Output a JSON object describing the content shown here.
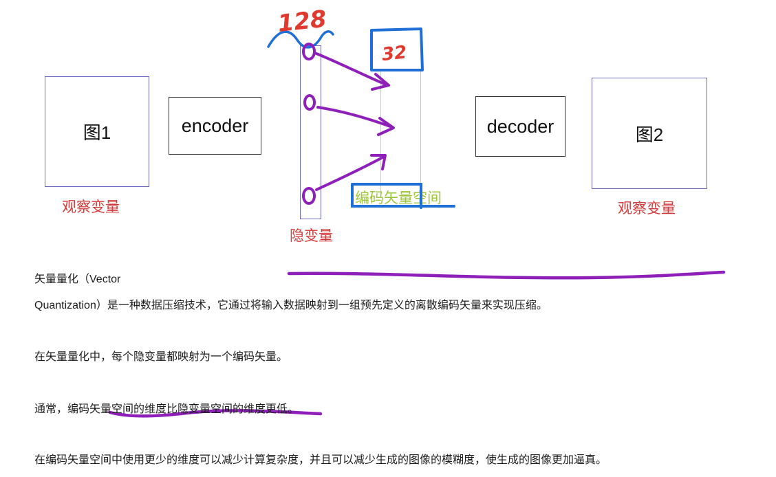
{
  "diagram": {
    "image1_label": "图1",
    "image2_label": "图2",
    "encoder_label": "encoder",
    "decoder_label": "decoder",
    "observed_var_left": "观察变量",
    "observed_var_right": "观察变量",
    "latent_var_label": "隐变量",
    "codebook_space_label": "编码矢量空间",
    "latent_dim_annotation": "128",
    "codebook_dim_annotation": "32"
  },
  "text": {
    "p1_line1": "矢量量化（Vector",
    "p1_line2": "Quantization）是一种数据压缩技术，它通过将输入数据映射到一组预先定义的离散编码矢量来实现压缩。",
    "p2": "在矢量量化中，每个隐变量都映射为一个编码矢量。",
    "p3": "通常，编码矢量空间的维度比隐变量空间的维度更低。",
    "p4": "在编码矢量空间中使用更少的维度可以减少计算复杂度，并且可以减少生成的图像的模糊度，使生成的图像更加逼真。"
  },
  "colors": {
    "annotation_purple": "#8e1fb8",
    "annotation_blue": "#1f6fd6",
    "annotation_red": "#e03a2f",
    "label_red": "#d33a3a",
    "codebook_green": "#9cc63a"
  }
}
